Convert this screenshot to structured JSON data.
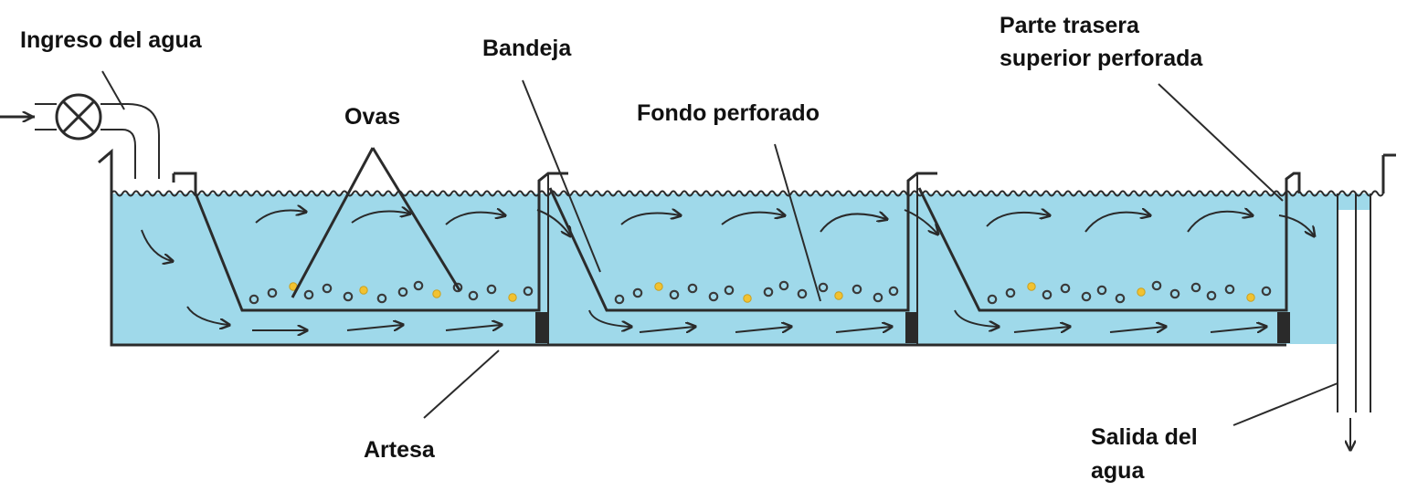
{
  "labels": {
    "inlet": "Ingreso del agua",
    "eggs": "Ovas",
    "tray": "Bandeja",
    "perforated_bottom": "Fondo perforado",
    "back_top_line1": "Parte trasera",
    "back_top_line2": "superior perforada",
    "trough": "Artesa",
    "outlet_line1": "Salida del",
    "outlet_line2": "agua"
  },
  "colors": {
    "water": "#9fd9ea",
    "line": "#2b2b2b",
    "egg_highlight": "#f2c230"
  },
  "icons": {
    "valve": "valve-icon"
  }
}
